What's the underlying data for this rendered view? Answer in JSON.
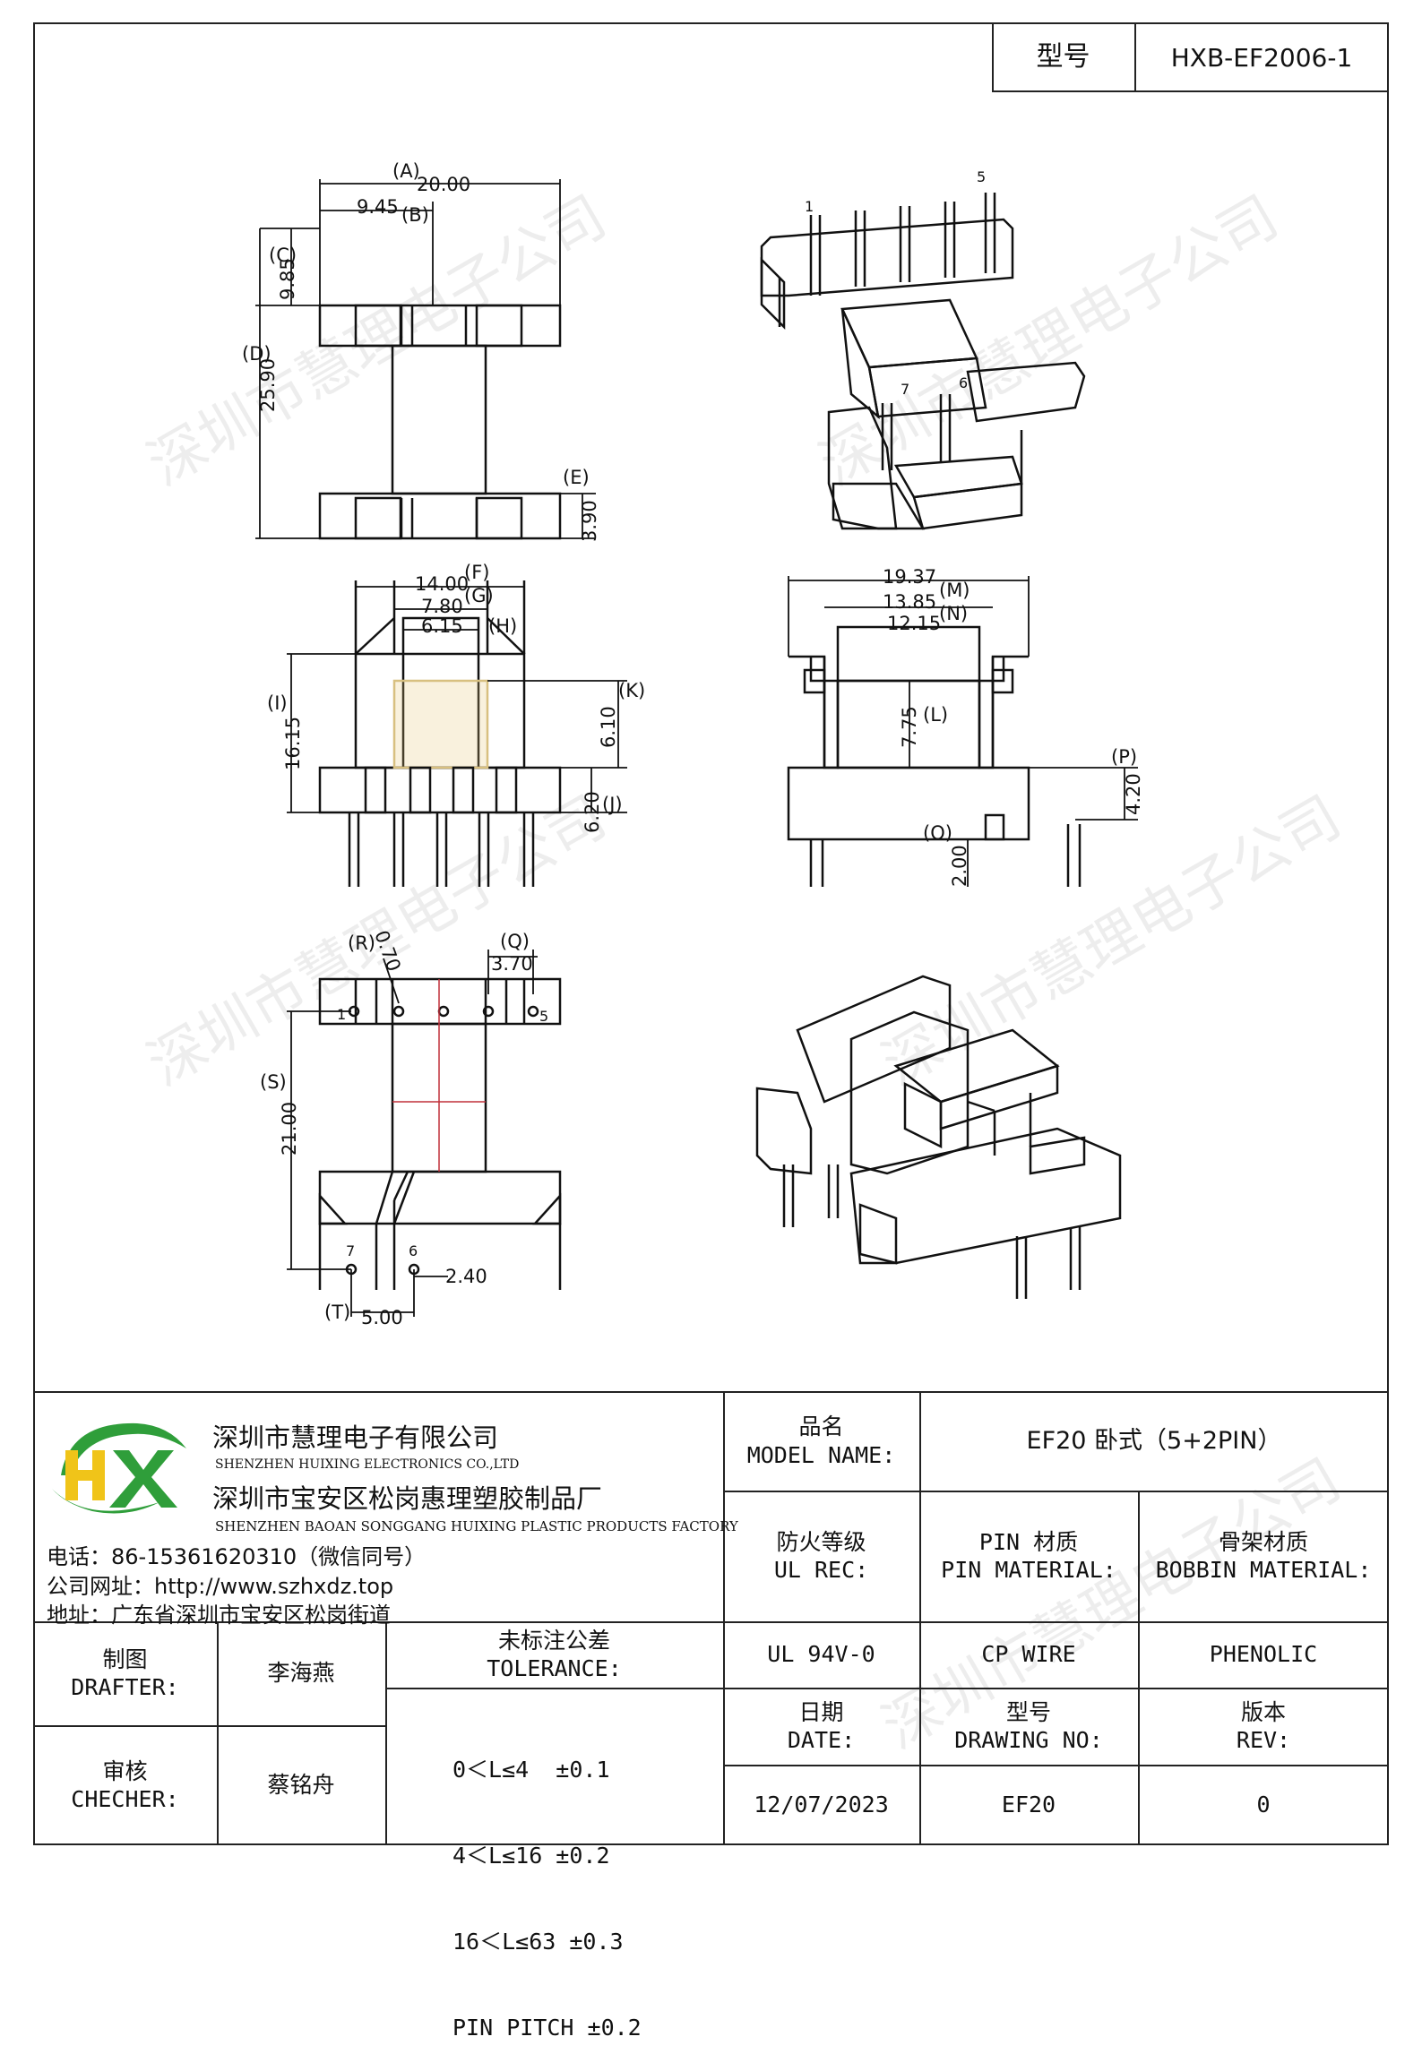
{
  "header": {
    "model_label": "型号",
    "model_value": "HXB-EF2006-1"
  },
  "drawing": {
    "dims_top": {
      "A": "(A)",
      "a_val": "20.00",
      "b_val": "9.45",
      "B": "(B)",
      "C": "(C)",
      "c_val": "9.85",
      "D": "(D)",
      "d_val": "25.90",
      "E": "(E)",
      "e_val": "3.90"
    },
    "dims_mid": {
      "F": "(F)",
      "f_val": "14.00",
      "G": "(G)",
      "g_val": "7.80",
      "H": "(H)",
      "h_val": "6.15",
      "I": "(I)",
      "i_val": "16.15",
      "K": "(K)",
      "k_val": "6.10",
      "J": "(J)",
      "j_val": "6.20"
    },
    "dims_side": {
      "m_top": "19.37",
      "M": "(M)",
      "m_val": "13.85",
      "N": "(N)",
      "n_val": "12.15",
      "L": "(L)",
      "l_val": "7.75",
      "P": "(P)",
      "p_val": "4.20",
      "O": "(O)",
      "o_val": "2.00"
    },
    "dims_bottom": {
      "R": "(R)",
      "r_val": "0.70",
      "Q": "(Q)",
      "q_val": "3.70",
      "S": "(S)",
      "s_val": "21.00",
      "T": "(T)",
      "t_val": "5.00",
      "u_val": "2.40"
    },
    "pins": {
      "p1": "1",
      "p5": "5",
      "p6": "6",
      "p7": "7"
    },
    "watermark": "深圳市慧理电子公司"
  },
  "company": {
    "name_cn": "深圳市慧理电子有限公司",
    "name_en": "SHENZHEN HUIXING ELECTRONICS CO.,LTD",
    "factory_cn": "深圳市宝安区松岗惠理塑胶制品厂",
    "factory_en": "SHENZHEN BAOAN SONGGANG HUIXING PLASTIC PRODUCTS FACTORY",
    "phone": "电话：86-15361620310（微信同号）",
    "website": "公司网址：http://www.szhxdz.top",
    "address": "地址：广东省深圳市宝安区松岗街道",
    "logo_text": "HX"
  },
  "titleblock": {
    "model_name_cn": "品名",
    "model_name_en": "MODEL NAME:",
    "model_name_value": "EF20 卧式（5+2PIN）",
    "ul_cn": "防火等级",
    "ul_en": "UL REC:",
    "pin_mat_cn": "PIN 材质",
    "pin_mat_en": "PIN MATERIAL:",
    "bobbin_cn": "骨架材质",
    "bobbin_en": "BOBBIN MATERIAL:",
    "ul_value": "UL 94V-0",
    "pin_value": "CP WIRE",
    "bobbin_value": "PHENOLIC",
    "drafter_cn": "制图",
    "drafter_en": "DRAFTER:",
    "drafter_name": "李海燕",
    "checker_cn": "审核",
    "checker_en": "CHECHER:",
    "checker_name": "蔡铭舟",
    "tol_cn": "未标注公差",
    "tol_en": "TOLERANCE:",
    "tol_lines": [
      "0＜L≤4  ±0.1",
      "4＜L≤16 ±0.2",
      "16＜L≤63 ±0.3",
      "PIN PITCH ±0.2"
    ],
    "date_cn": "日期",
    "date_en": "DATE:",
    "date_value": "12/07/2023",
    "dwg_cn": "型号",
    "dwg_en": "DRAWING NO:",
    "dwg_value": "EF20",
    "rev_cn": "版本",
    "rev_en": "REV:",
    "rev_value": "0"
  }
}
